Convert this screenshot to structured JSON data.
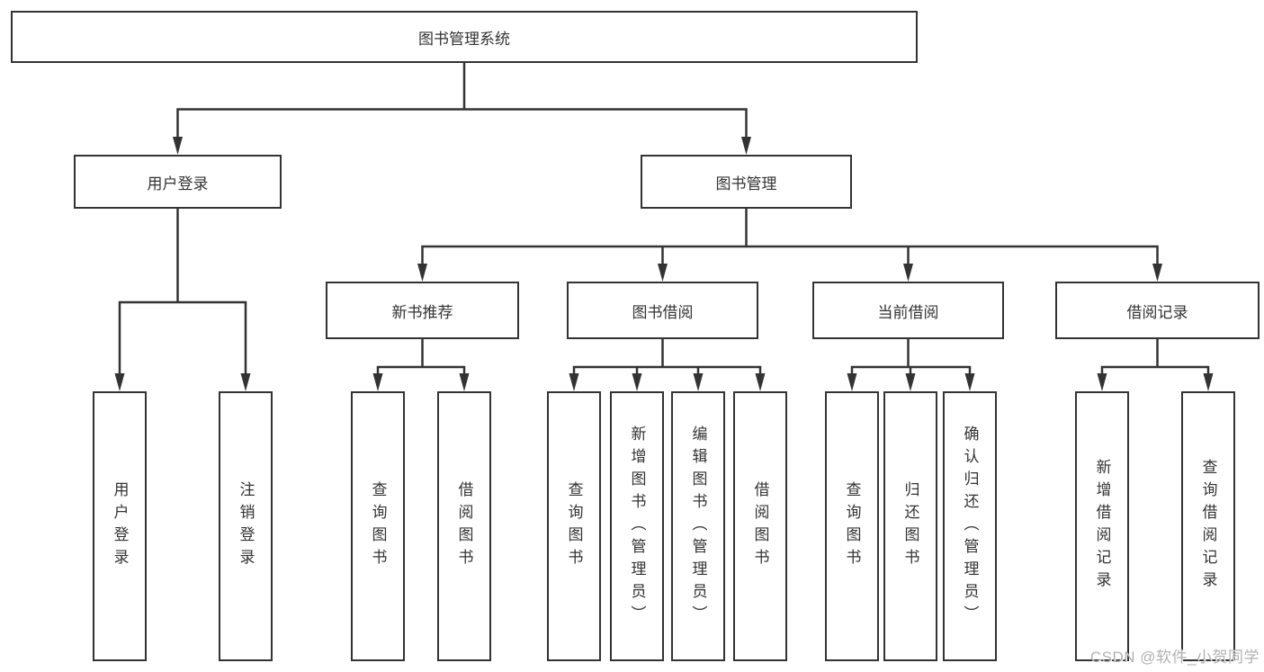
{
  "tree": {
    "root": "图书管理系统",
    "user_login": "用户登录",
    "book_management": "图书管理",
    "new_book_recommend": "新书推荐",
    "book_borrow": "图书借阅",
    "current_borrow": "当前借阅",
    "borrow_record": "借阅记录",
    "leaves": {
      "user_login_children": [
        "用户登录",
        "注销登录"
      ],
      "new_book_children": [
        "查询图书",
        "借阅图书"
      ],
      "book_borrow_children": [
        "查询图书",
        "新增图书（管理员）",
        "编辑图书（管理员）",
        "借阅图书"
      ],
      "current_borrow_children": [
        "查询图书",
        "归还图书",
        "确认归还（管理员）"
      ],
      "borrow_record_children": [
        "新增借阅记录",
        "查询借阅记录"
      ]
    }
  },
  "watermark": "CSDN @软件_小贺同学",
  "colors": {
    "line": "#333333",
    "text": "#333333",
    "watermark": "#b2b2b2",
    "background": "#ffffff"
  }
}
